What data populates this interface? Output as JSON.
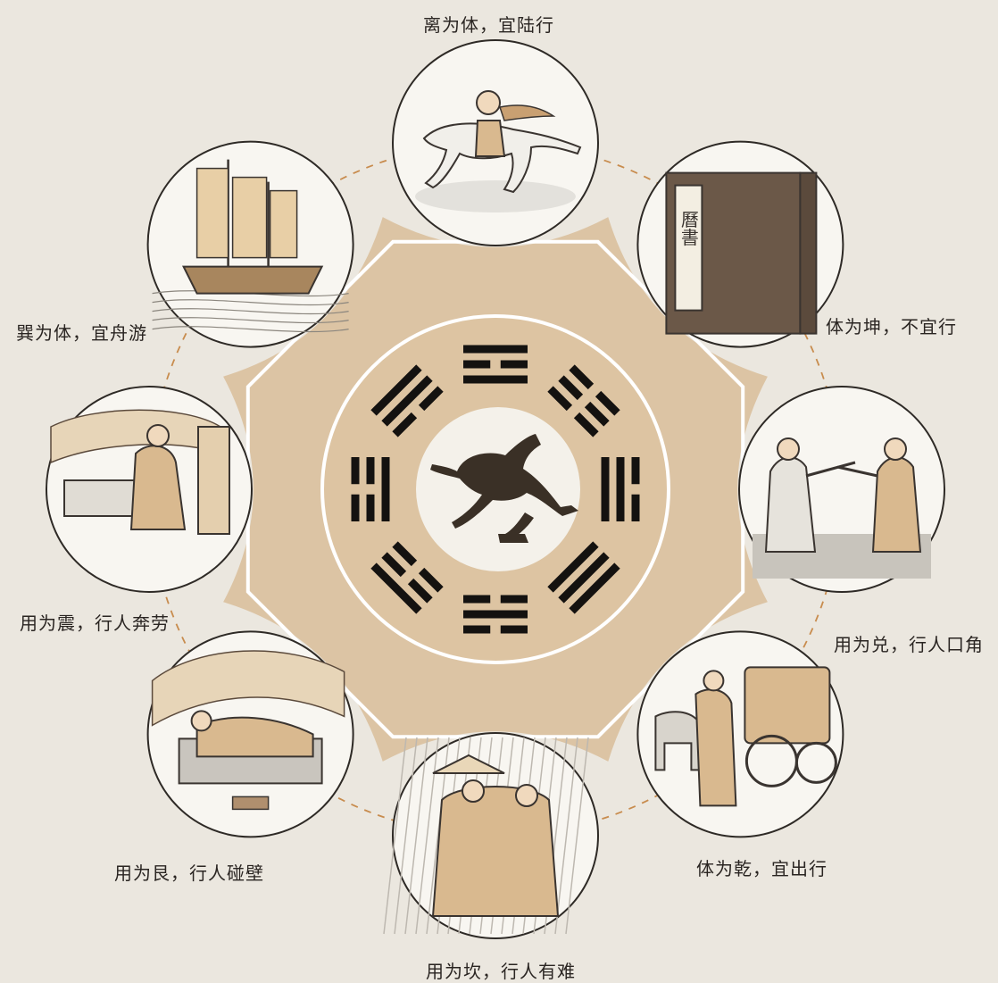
{
  "center": {
    "emblem_icon": "bronze-galloping-horse-icon"
  },
  "trigrams": [
    {
      "name": "离",
      "lines": [
        1,
        0,
        1
      ]
    },
    {
      "name": "坤",
      "lines": [
        0,
        0,
        0
      ]
    },
    {
      "name": "兑",
      "lines": [
        0,
        1,
        1
      ]
    },
    {
      "name": "乾",
      "lines": [
        1,
        1,
        1
      ]
    },
    {
      "name": "坎",
      "lines": [
        0,
        1,
        0
      ]
    },
    {
      "name": "艮",
      "lines": [
        1,
        0,
        0
      ]
    },
    {
      "name": "震",
      "lines": [
        0,
        0,
        1
      ]
    },
    {
      "name": "巽",
      "lines": [
        1,
        1,
        0
      ]
    }
  ],
  "scenes": [
    {
      "caption": "离为体，宜陆行",
      "icon": "rider-on-horse-icon"
    },
    {
      "caption": "体为坤，不宜行",
      "icon": "almanac-book-icon",
      "book_title": "曆書"
    },
    {
      "caption": "用为兑，行人口角",
      "icon": "two-men-arguing-icon"
    },
    {
      "caption": "体为乾，宜出行",
      "icon": "horse-carriage-icon"
    },
    {
      "caption": "用为坎，行人有难",
      "icon": "travelers-in-storm-icon"
    },
    {
      "caption": "用为艮，行人碰壁",
      "icon": "sick-in-bed-icon"
    },
    {
      "caption": "用为震，行人奔劳",
      "icon": "man-rushing-out-icon"
    },
    {
      "caption": "巽为体，宜舟游",
      "icon": "sailing-junk-icon"
    }
  ],
  "colors": {
    "background": "#ebe7df",
    "octagon": "#dcc4a4",
    "inner_ring": "#ddc4a2",
    "trigram": "#141210",
    "outline": "#ffffff",
    "dashed": "#c88c4e"
  }
}
